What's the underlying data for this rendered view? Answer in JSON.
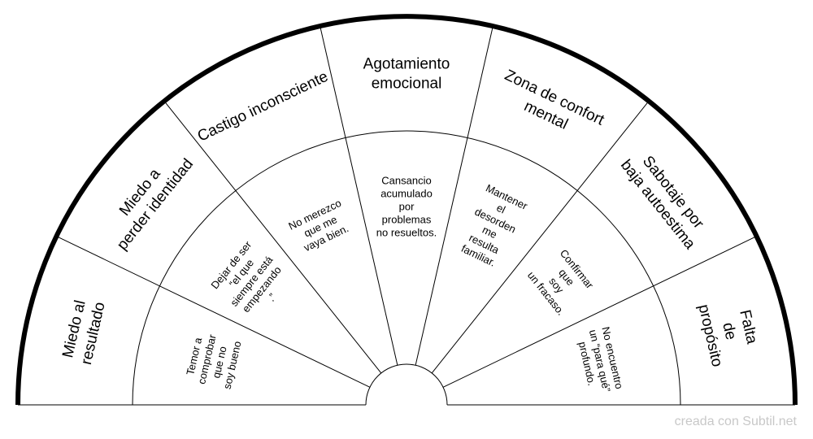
{
  "segments": [
    {
      "outer": [
        "Miedo al",
        "resultado"
      ],
      "inner": [
        "Temor a",
        "comprobar",
        "que no",
        "soy bueno"
      ]
    },
    {
      "outer": [
        "Miedo a",
        "perder identidad"
      ],
      "inner": [
        "Dejar de ser",
        "“el que",
        "siempre está",
        "empezando",
        ".”"
      ]
    },
    {
      "outer": [
        "Castigo inconsciente"
      ],
      "inner": [
        "No merezco",
        "que me",
        "vaya bien."
      ]
    },
    {
      "outer": [
        "Agotamiento",
        "emocional"
      ],
      "inner": [
        "Cansancio",
        "acumulado",
        "por",
        "problemas",
        "no resueltos."
      ]
    },
    {
      "outer": [
        "Zona de confort",
        "mental"
      ],
      "inner": [
        "Mantener",
        "el",
        "desorden",
        "me",
        "resulta",
        "familiar."
      ]
    },
    {
      "outer": [
        "Sabotaje por",
        "baja autoestima"
      ],
      "inner": [
        "Confirmar",
        "que",
        "soy",
        "un fracaso."
      ]
    },
    {
      "outer": [
        "Falta",
        "de",
        "propósito"
      ],
      "inner": [
        "No encuentro",
        "un “para qué”",
        "profundo."
      ]
    }
  ],
  "watermark": "creada con Subtil.net",
  "colors": {
    "line": "#000000",
    "rim": "#000000",
    "watermark": "#c8c8c8"
  }
}
